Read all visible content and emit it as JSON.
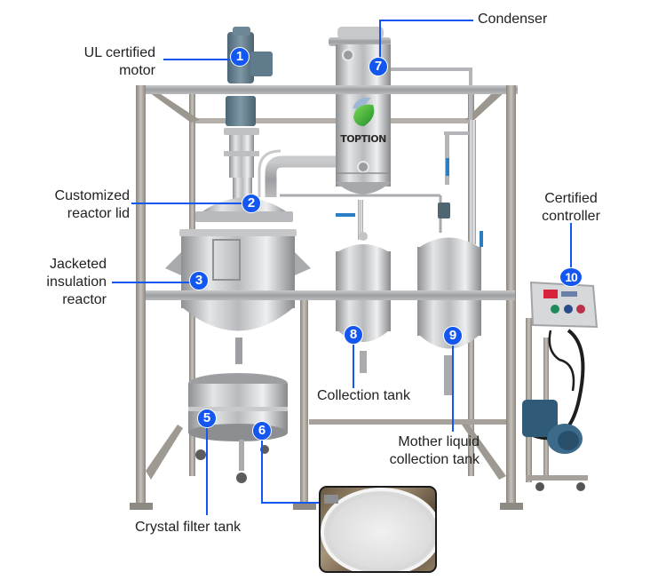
{
  "colors": {
    "callout_blue": "#1457f0",
    "label_text": "#222222",
    "steel_light": "#d9dadc",
    "steel_mid": "#a9abae",
    "steel_dark": "#7d7f82",
    "motor_blue": "#5f7b8c",
    "pump_blue": "#2f5a78",
    "logo_green": "#3fb43c",
    "logo_text": "#2b2b2b"
  },
  "logo": {
    "text": "TOPTION"
  },
  "callouts": [
    {
      "num": "1",
      "label_lines": [
        "UL certified",
        "motor"
      ]
    },
    {
      "num": "2",
      "label_lines": [
        "Customized",
        "reactor lid"
      ]
    },
    {
      "num": "3",
      "label_lines": [
        "Jacketed",
        "insulation",
        "reactor"
      ]
    },
    {
      "num": "5",
      "label_lines": [
        "Crystal filter tank"
      ]
    },
    {
      "num": "6",
      "label_lines": []
    },
    {
      "num": "7",
      "label_lines": [
        "Condenser"
      ]
    },
    {
      "num": "8",
      "label_lines": [
        "Collection tank"
      ]
    },
    {
      "num": "9",
      "label_lines": [
        "Mother liquid",
        "collection tank"
      ]
    },
    {
      "num": "10",
      "label_lines": [
        "Certified",
        "controller"
      ]
    }
  ],
  "inset": {
    "subject": "filter-mesh-closeup"
  }
}
